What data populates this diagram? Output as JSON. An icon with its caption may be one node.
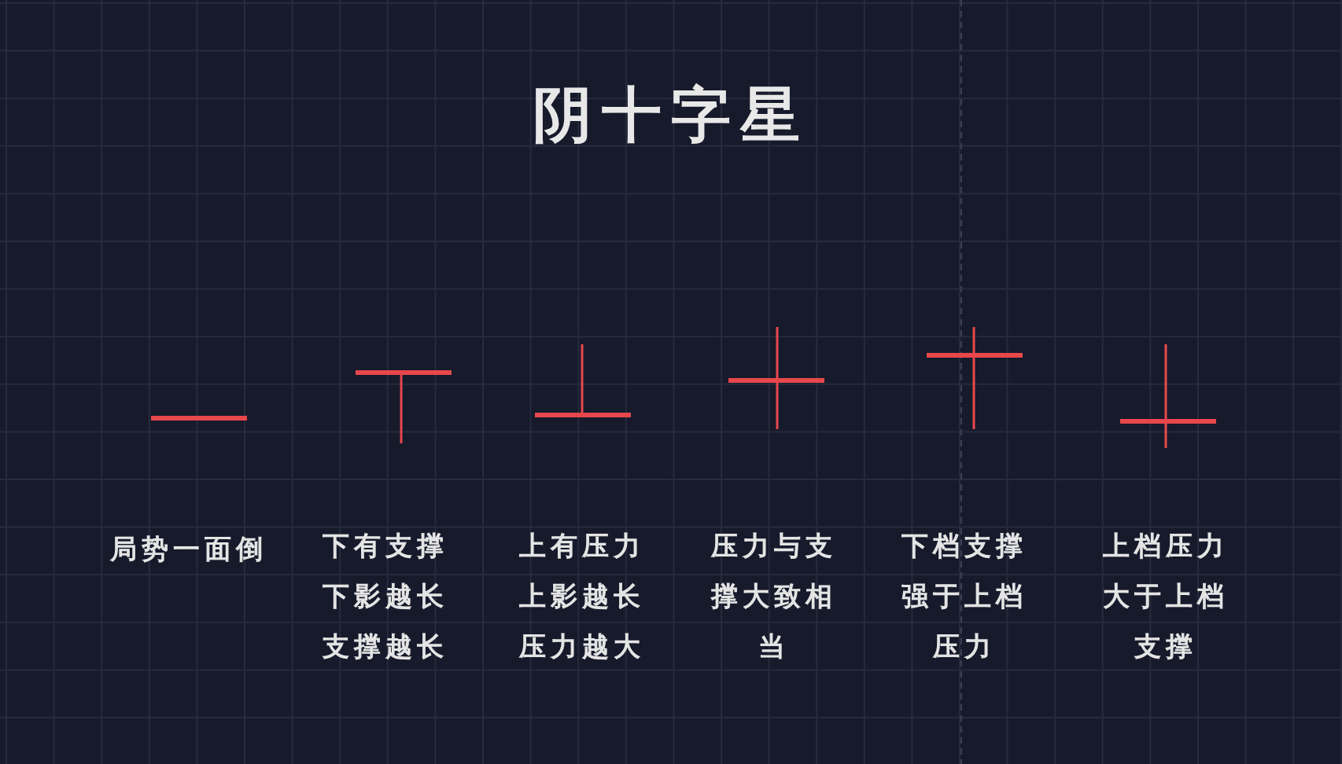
{
  "diagram": {
    "title": "阴十字星",
    "labels": [
      "局势一面倒",
      "下有支撑下影越长支撑越长",
      "上有压力上影越长压力越大",
      "压力与支撑大致相当",
      "下档支撑强于上档压力",
      "上档压力大于上档支撑"
    ]
  }
}
